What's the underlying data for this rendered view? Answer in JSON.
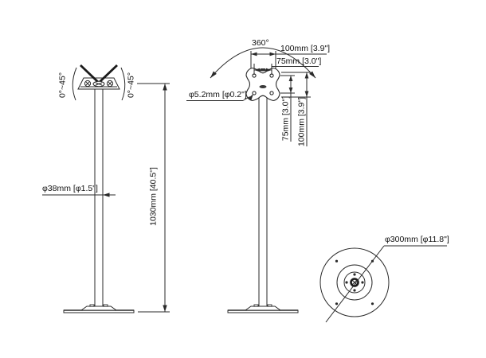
{
  "drawing_title": "floor-stand-dimension-drawing",
  "labels": {
    "front_view": {
      "tilt_left": "0°~45°",
      "tilt_right": "0°~45°",
      "pole_diameter": "φ38mm [φ1.5\"]",
      "total_height": "1030mm [40.5\"]"
    },
    "side_view": {
      "swivel_angle": "360°",
      "vesa_width_100": "100mm [3.9\"]",
      "vesa_width_75": "75mm [3.0\"]",
      "screw_hole_diameter": "φ5.2mm [φ0.2\"]",
      "vesa_height_75": "75mm [3.0\"]",
      "vesa_height_100": "100mm [3.9\"]"
    },
    "base_top_view": {
      "base_diameter": "φ300mm [φ11.8\"]"
    }
  },
  "colors": {
    "line": "#2a2a2a",
    "text": "#111111",
    "background": "#ffffff"
  }
}
